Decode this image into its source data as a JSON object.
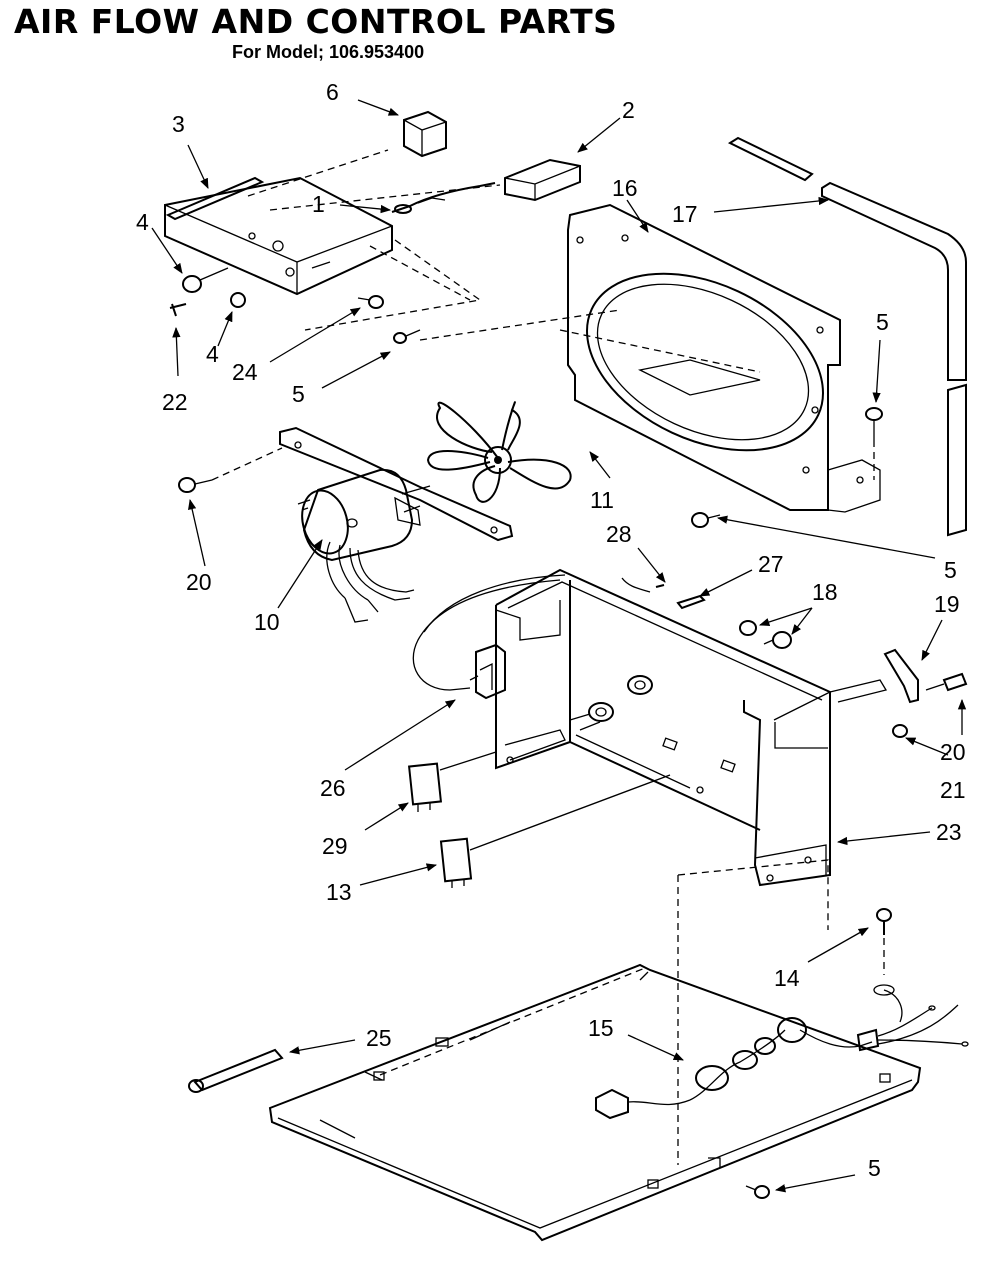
{
  "header": {
    "title": "AIR FLOW AND CONTROL PARTS",
    "subtitle": "For Model; 106.953400"
  },
  "callouts": [
    {
      "id": "c1",
      "label": "1"
    },
    {
      "id": "c2",
      "label": "2"
    },
    {
      "id": "c3",
      "label": "3"
    },
    {
      "id": "c4a",
      "label": "4"
    },
    {
      "id": "c4b",
      "label": "4"
    },
    {
      "id": "c5a",
      "label": "5"
    },
    {
      "id": "c5b",
      "label": "5"
    },
    {
      "id": "c5c",
      "label": "5"
    },
    {
      "id": "c5d",
      "label": "5"
    },
    {
      "id": "c6",
      "label": "6"
    },
    {
      "id": "c10",
      "label": "10"
    },
    {
      "id": "c11",
      "label": "11"
    },
    {
      "id": "c13",
      "label": "13"
    },
    {
      "id": "c14",
      "label": "14"
    },
    {
      "id": "c15",
      "label": "15"
    },
    {
      "id": "c16",
      "label": "16"
    },
    {
      "id": "c17",
      "label": "17"
    },
    {
      "id": "c18",
      "label": "18"
    },
    {
      "id": "c19",
      "label": "19"
    },
    {
      "id": "c20a",
      "label": "20"
    },
    {
      "id": "c20b",
      "label": "20"
    },
    {
      "id": "c21",
      "label": "21"
    },
    {
      "id": "c22",
      "label": "22"
    },
    {
      "id": "c23",
      "label": "23"
    },
    {
      "id": "c24",
      "label": "24"
    },
    {
      "id": "c25",
      "label": "25"
    },
    {
      "id": "c26",
      "label": "26"
    },
    {
      "id": "c27",
      "label": "27"
    },
    {
      "id": "c28",
      "label": "28"
    },
    {
      "id": "c29",
      "label": "29"
    }
  ]
}
